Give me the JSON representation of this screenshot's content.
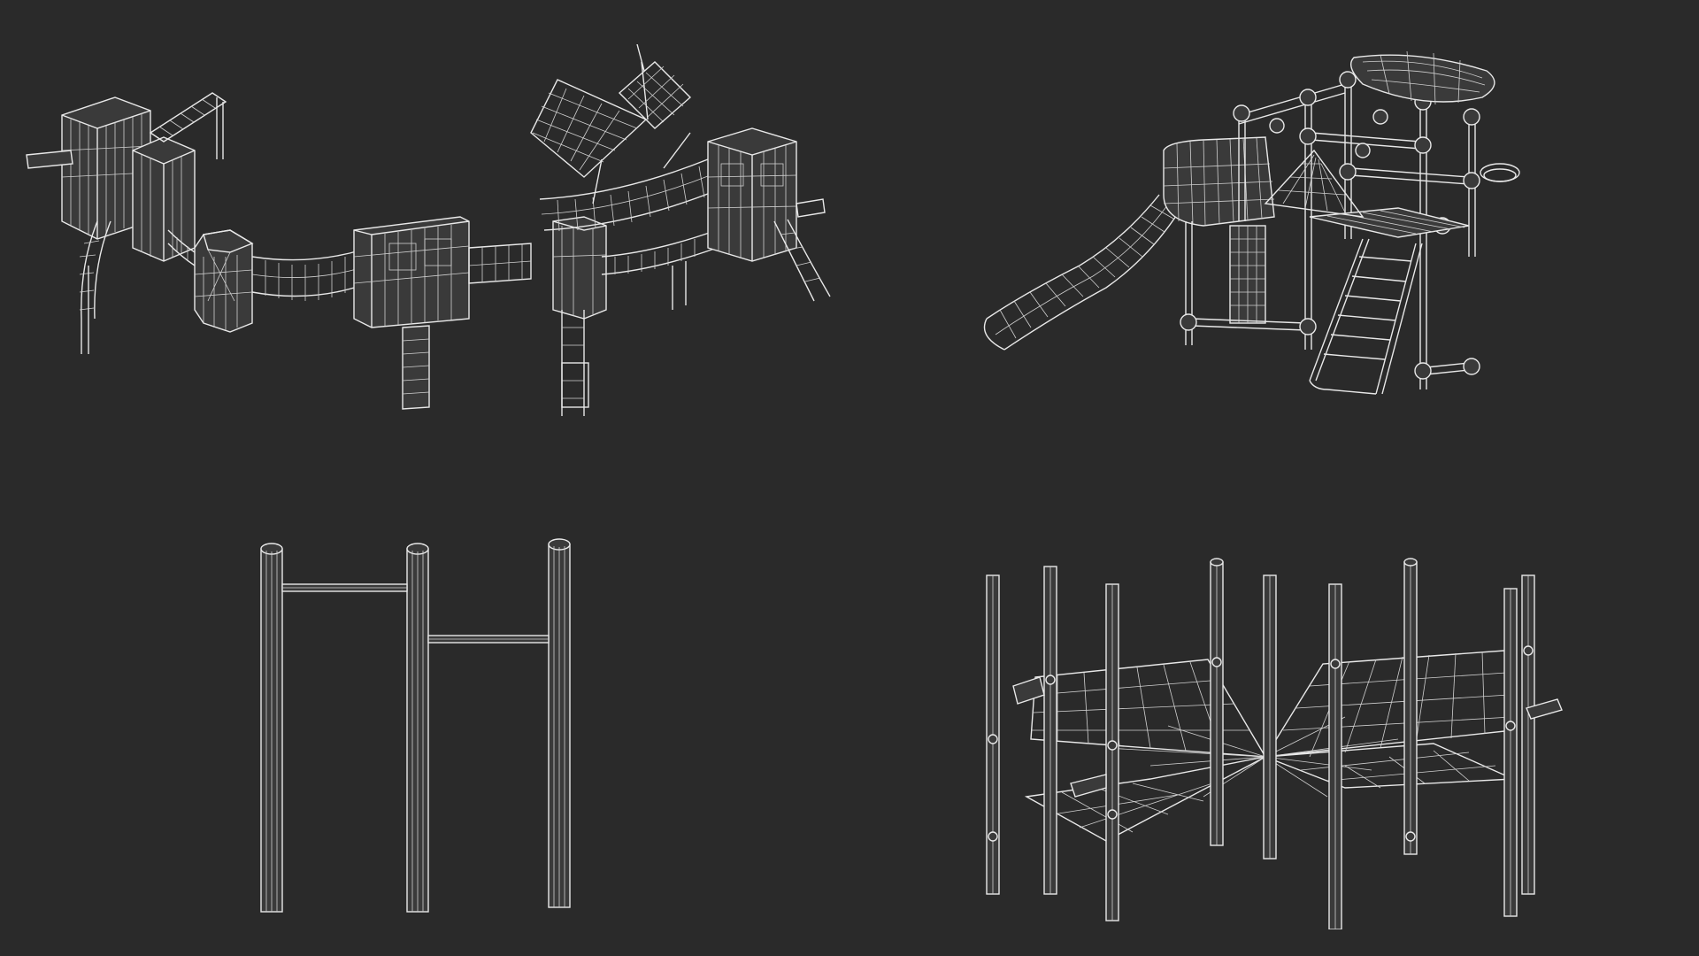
{
  "scene": {
    "background_color": "#2a2a2a",
    "wireframe_color": "#e8e8e8"
  },
  "models": [
    {
      "id": "playground-complex",
      "kind": "wireframe-model"
    },
    {
      "id": "slide-tower",
      "kind": "wireframe-model"
    },
    {
      "id": "pullup-bars",
      "kind": "wireframe-model"
    },
    {
      "id": "rope-net-climber",
      "kind": "wireframe-model"
    }
  ]
}
